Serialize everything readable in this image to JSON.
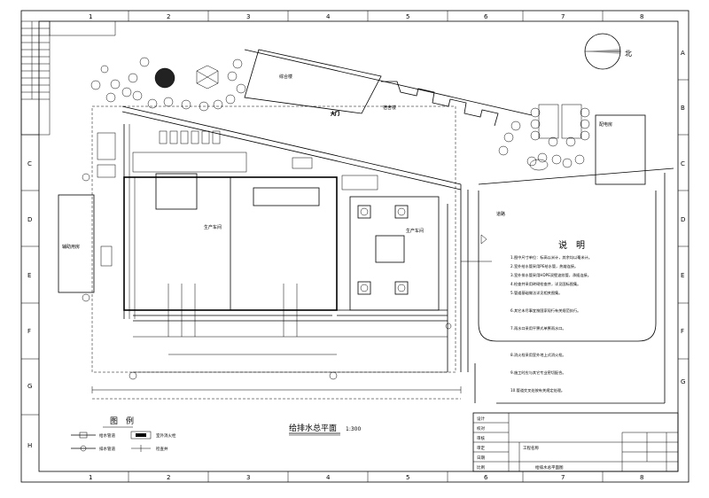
{
  "drawing": {
    "title": "给排水总平面",
    "scale": "1:300"
  },
  "grid": {
    "columns": [
      "1",
      "2",
      "3",
      "4",
      "5",
      "6",
      "7",
      "8"
    ],
    "rows": [
      "A",
      "B",
      "C",
      "D",
      "E",
      "F",
      "G"
    ],
    "left_rows": [
      "C",
      "D",
      "E",
      "F",
      "G",
      "H"
    ]
  },
  "north": {
    "label": "北"
  },
  "buildings": {
    "top_building": "综合楼",
    "top_building_2": "宿舍楼",
    "main_left": "生产车间",
    "main_right": "生产车间",
    "left_annex": "辅助用房",
    "right_small": "配电房",
    "gate": "大门",
    "road": "道路"
  },
  "notes": {
    "title": "说　明",
    "lines": [
      "1.图中尺寸单位：标高以米计，其余均以毫米计。",
      "2.室外给水管采用PE给水管，热熔连接。",
      "3.室外排水管采用HDPE双壁波纹管，承插连接。",
      "4.检查井采用砖砌检查井，详见国标图集。",
      "5.管道基础做法详见相关图集。",
      "6.其它未尽事宜按国家现行有关规范执行。",
      "7.雨水口采用平箅式单箅雨水口。",
      "8.消火栓采用室外地上式消火栓。",
      "9.施工时应与其它专业密切配合。",
      "10.管道交叉处按有关规定处理。"
    ]
  },
  "legend": {
    "title": "图　例",
    "items": [
      "给水管道",
      "排水管道",
      "室外消火栓",
      "检查井"
    ]
  },
  "title_block": {
    "rows": [
      "设计",
      "校对",
      "审核",
      "审定",
      "日期",
      "比例"
    ],
    "project": "工程名称",
    "drawing_name": "给排水总平面图"
  }
}
